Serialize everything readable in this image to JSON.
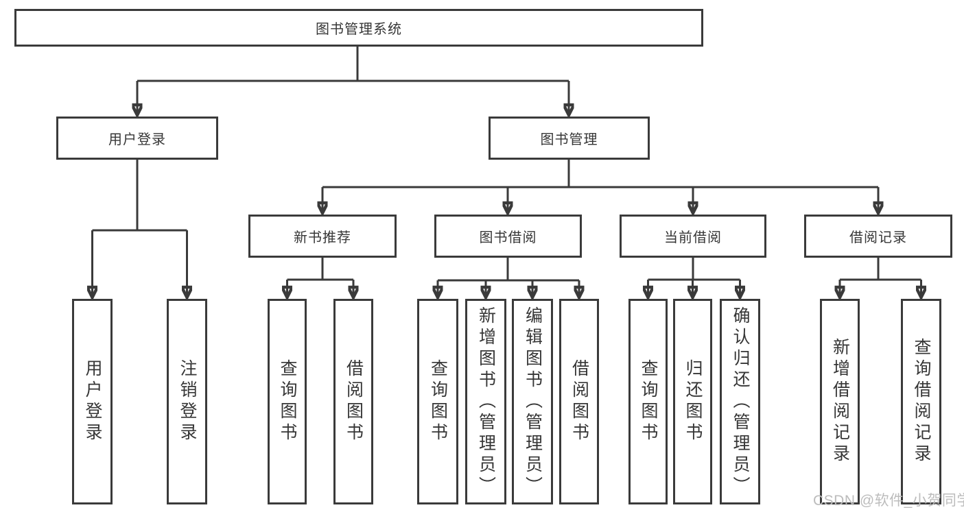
{
  "diagram": {
    "root": {
      "label": "图书管理系统"
    },
    "branches": [
      {
        "label": "用户登录",
        "leaves": [
          "用户登录",
          "注销登录"
        ]
      },
      {
        "label": "图书管理",
        "groups": [
          {
            "label": "新书推荐",
            "leaves": [
              "查询图书",
              "借阅图书"
            ]
          },
          {
            "label": "图书借阅",
            "leaves": [
              "查询图书",
              "新增图书（管理员）",
              "编辑图书（管理员）",
              "借阅图书"
            ]
          },
          {
            "label": "当前借阅",
            "leaves": [
              "查询图书",
              "归还图书",
              "确认归还（管理员）"
            ]
          },
          {
            "label": "借阅记录",
            "leaves": [
              "新增借阅记录",
              "查询借阅记录"
            ]
          }
        ]
      }
    ]
  },
  "watermark": {
    "text": "CSDN @软件_小贺同学",
    "color": "#bcbcbc"
  },
  "colors": {
    "line": "#3a3a3a",
    "text": "#363636",
    "box_fill": "#ffffff",
    "background": "#ffffff"
  }
}
